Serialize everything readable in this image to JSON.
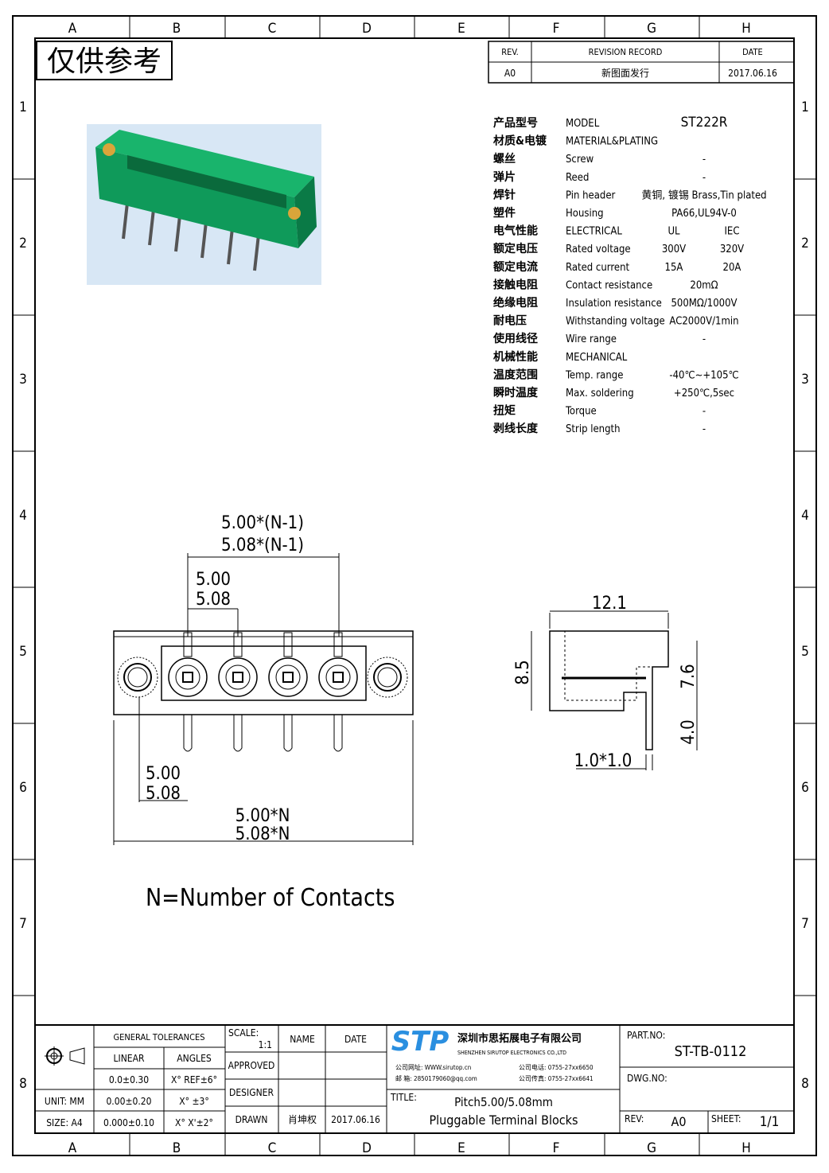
{
  "frame": {
    "cols": [
      "A",
      "B",
      "C",
      "D",
      "E",
      "F",
      "G",
      "H"
    ],
    "rows": [
      "1",
      "2",
      "3",
      "4",
      "5",
      "6",
      "7",
      "8"
    ]
  },
  "stamp": "仅供参考",
  "revision": {
    "rev_h": "REV.",
    "record_h": "REVISION RECORD",
    "date_h": "DATE",
    "rev": "A0",
    "record": "新图面发行",
    "date": "2017.06.16"
  },
  "specs": [
    {
      "cn": "产品型号",
      "en": "MODEL",
      "v1": "ST222R",
      "v2": ""
    },
    {
      "cn": "材质&电镀",
      "en": "MATERIAL&PLATING",
      "v1": "",
      "v2": ""
    },
    {
      "cn": "螺丝",
      "en": "Screw",
      "v1": "-",
      "v2": ""
    },
    {
      "cn": "弹片",
      "en": "Reed",
      "v1": "-",
      "v2": ""
    },
    {
      "cn": "焊针",
      "en": "Pin header",
      "v1": "黄铜, 镀锡 Brass,Tin plated",
      "v2": ""
    },
    {
      "cn": "塑件",
      "en": "Housing",
      "v1": "PA66,UL94V-0",
      "v2": ""
    },
    {
      "cn": "电气性能",
      "en": "ELECTRICAL",
      "v1": "UL",
      "v2": "IEC"
    },
    {
      "cn": "额定电压",
      "en": "Rated voltage",
      "v1": "300V",
      "v2": "320V"
    },
    {
      "cn": "额定电流",
      "en": "Rated current",
      "v1": "15A",
      "v2": "20A"
    },
    {
      "cn": "接触电阻",
      "en": "Contact resistance",
      "v1": "20mΩ",
      "v2": ""
    },
    {
      "cn": "绝缘电阻",
      "en": "Insulation resistance",
      "v1": "500MΩ/1000V",
      "v2": ""
    },
    {
      "cn": "耐电压",
      "en": "Withstanding voltage",
      "v1": "AC2000V/1min",
      "v2": ""
    },
    {
      "cn": "使用线径",
      "en": "Wire range",
      "v1": "-",
      "v2": ""
    },
    {
      "cn": "机械性能",
      "en": "MECHANICAL",
      "v1": "",
      "v2": ""
    },
    {
      "cn": "温度范围",
      "en": "Temp. range",
      "v1": "-40℃~+105℃",
      "v2": ""
    },
    {
      "cn": "瞬时温度",
      "en": "Max. soldering",
      "v1": "+250℃,5sec",
      "v2": ""
    },
    {
      "cn": "扭矩",
      "en": "Torque",
      "v1": "-",
      "v2": ""
    },
    {
      "cn": "剥线长度",
      "en": "Strip length",
      "v1": "-",
      "v2": ""
    }
  ],
  "dims": {
    "top1": "5.00*(N-1)",
    "top2": "5.08*(N-1)",
    "pitch1": "5.00",
    "pitch2": "5.08",
    "left1": "5.00",
    "left2": "5.08",
    "bottom1": "5.00*N",
    "bottom2": "5.08*N",
    "width": "12.1",
    "height": "8.5",
    "inner": "7.6",
    "pin": "4.0",
    "pinsec": "1.0*1.0"
  },
  "note": "N=Number of Contacts",
  "titleblock": {
    "gen_tol": "GENERAL TOLERANCES",
    "linear": "LINEAR",
    "angles": "ANGLES",
    "lin1": "0.0±0.30",
    "ang1": "X° REF±6°",
    "unit": "UNIT: MM",
    "lin2": "0.00±0.20",
    "ang2": "X° ±3°",
    "size": "SIZE: A4",
    "lin3": "0.000±0.10",
    "ang3": "X° X'±2°",
    "scale_l": "SCALE:",
    "scale": "1:1",
    "name": "NAME",
    "date": "DATE",
    "approved": "APPROVED",
    "designer": "DESIGNER",
    "drawn": "DRAWN",
    "drawn_name": "肖坤权",
    "drawn_date": "2017.06.16",
    "logo": "STP",
    "company_cn": "深圳市思拓展电子有限公司",
    "company_en": "SHENZHEN SIRUTOP ELECTRONICS CO.,LTD",
    "web": "公司网址: WWW.sirutop.cn",
    "mail": "邮 箱: 2850179060@qq.com",
    "tel": "公司电话: 0755-27xx6650",
    "fax": "公司传真: 0755-27xx6641",
    "title_l": "TITLE:",
    "title1": "Pitch5.00/5.08mm",
    "title2": "Pluggable Terminal Blocks",
    "part_l": "PART.NO:",
    "part": "ST-TB-0112",
    "dwg_l": "DWG.NO:",
    "rev_l": "REV:",
    "rev": "A0",
    "sheet_l": "SHEET:",
    "sheet": "1/1"
  },
  "colors": {
    "housing": "#0f9a5a",
    "photo_bg": "#d8e7f5",
    "logo": "#2a8fe0"
  }
}
